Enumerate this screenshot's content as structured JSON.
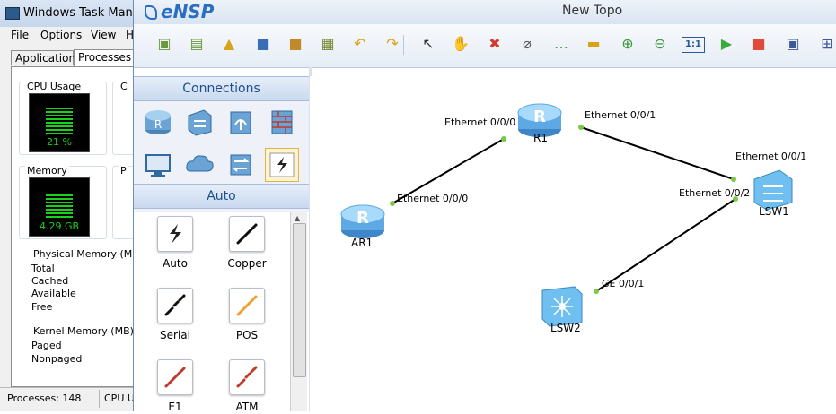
{
  "task_manager": {
    "title": "Windows Task Manage",
    "menu": [
      "File",
      "Options",
      "View",
      "H"
    ],
    "tabs": [
      "Applications",
      "Processes"
    ],
    "cpu_usage": {
      "label": "CPU Usage",
      "value": "21 %",
      "level": 0.21
    },
    "cpu_history_label": "C",
    "memory": {
      "label": "Memory",
      "value": "4.29 GB",
      "level": 0.6
    },
    "memory_history_label": "P",
    "physical_memory": {
      "title": "Physical Memory (MB)",
      "rows": [
        "Total",
        "Cached",
        "Available",
        "Free"
      ]
    },
    "kernel_memory": {
      "title": "Kernel Memory (MB)",
      "rows": [
        "Paged",
        "Nonpaged"
      ]
    },
    "status": {
      "processes": "Processes: 148",
      "cpu": "CPU U"
    }
  },
  "ensp": {
    "app_name": "eNSP",
    "document_title": "New Topo",
    "toolbar": [
      {
        "name": "new-topology-icon",
        "glyph": "▣",
        "color": "#6a9a3a"
      },
      {
        "name": "new-lab-icon",
        "glyph": "▤",
        "color": "#6a9a3a"
      },
      {
        "name": "open-icon",
        "glyph": "▲",
        "color": "#d9a21b"
      },
      {
        "name": "save-icon",
        "glyph": "■",
        "color": "#3a6db5"
      },
      {
        "name": "save-as-icon",
        "glyph": "■",
        "color": "#c08a2a"
      },
      {
        "name": "print-icon",
        "glyph": "▦",
        "color": "#7a8a3a"
      },
      {
        "name": "undo-icon",
        "glyph": "↶",
        "color": "#d9a21b"
      },
      {
        "name": "redo-icon",
        "glyph": "↷",
        "color": "#d9a21b"
      },
      {
        "name": "select-pointer-icon",
        "glyph": "↖",
        "color": "#333333"
      },
      {
        "name": "pan-hand-icon",
        "glyph": "✋",
        "color": "#c28a3a"
      },
      {
        "name": "delete-icon",
        "glyph": "✖",
        "color": "#d23a2a"
      },
      {
        "name": "delete-link-icon",
        "glyph": "⌀",
        "color": "#555555"
      },
      {
        "name": "text-comment-icon",
        "glyph": "…",
        "color": "#3a9a3a"
      },
      {
        "name": "palette-icon",
        "glyph": "▬",
        "color": "#d9a21b"
      },
      {
        "name": "zoom-in-icon",
        "glyph": "⊕",
        "color": "#3a9a3a"
      },
      {
        "name": "zoom-out-icon",
        "glyph": "⊖",
        "color": "#3a9a3a"
      },
      {
        "name": "zoom-fit-icon",
        "glyph": "1:1",
        "color": "#2a5a9a"
      },
      {
        "name": "start-device-icon",
        "glyph": "▶",
        "color": "#3aaa3a"
      },
      {
        "name": "stop-device-icon",
        "glyph": "■",
        "color": "#e04a3a"
      },
      {
        "name": "capture-icon",
        "glyph": "▣",
        "color": "#3a5a9a"
      },
      {
        "name": "topology-icon",
        "glyph": "⊞",
        "color": "#3a5a9a"
      }
    ],
    "panel": {
      "connections_title": "Connections",
      "auto_title": "Auto",
      "device_icons": [
        "router-icon",
        "switch-icon",
        "wireless-icon",
        "firewall-icon",
        "pc-icon",
        "cloud-icon",
        "other-device-icon",
        "connection-icon"
      ],
      "cables": [
        {
          "label": "Auto",
          "name": "auto-cable-icon",
          "color": "#222222"
        },
        {
          "label": "Copper",
          "name": "copper-cable-icon",
          "color": "#111111"
        },
        {
          "label": "Serial",
          "name": "serial-cable-icon",
          "color": "#111111"
        },
        {
          "label": "POS",
          "name": "pos-cable-icon",
          "color": "#f0a030"
        },
        {
          "label": "E1",
          "name": "e1-cable-icon",
          "color": "#c0392b"
        },
        {
          "label": "ATM",
          "name": "atm-cable-icon",
          "color": "#c0392b"
        }
      ]
    },
    "topology": {
      "nodes": [
        {
          "id": "AR1",
          "label": "AR1",
          "type": "router"
        },
        {
          "id": "R1",
          "label": "R1",
          "type": "router"
        },
        {
          "id": "LSW1",
          "label": "LSW1",
          "type": "switch"
        },
        {
          "id": "LSW2",
          "label": "LSW2",
          "type": "core-switch"
        }
      ],
      "links": [
        {
          "from": "AR1",
          "from_port": "Ethernet 0/0/0",
          "to": "R1",
          "to_port": "Ethernet 0/0/0"
        },
        {
          "from": "R1",
          "from_port": "Ethernet 0/0/1",
          "to": "LSW1",
          "to_port": "Ethernet 0/0/1"
        },
        {
          "from": "LSW1",
          "from_port": "Ethernet 0/0/2",
          "to": "LSW2",
          "to_port": "GE 0/0/1"
        }
      ],
      "link_color": "#000000",
      "port_dot_color": "#7ac943"
    }
  }
}
